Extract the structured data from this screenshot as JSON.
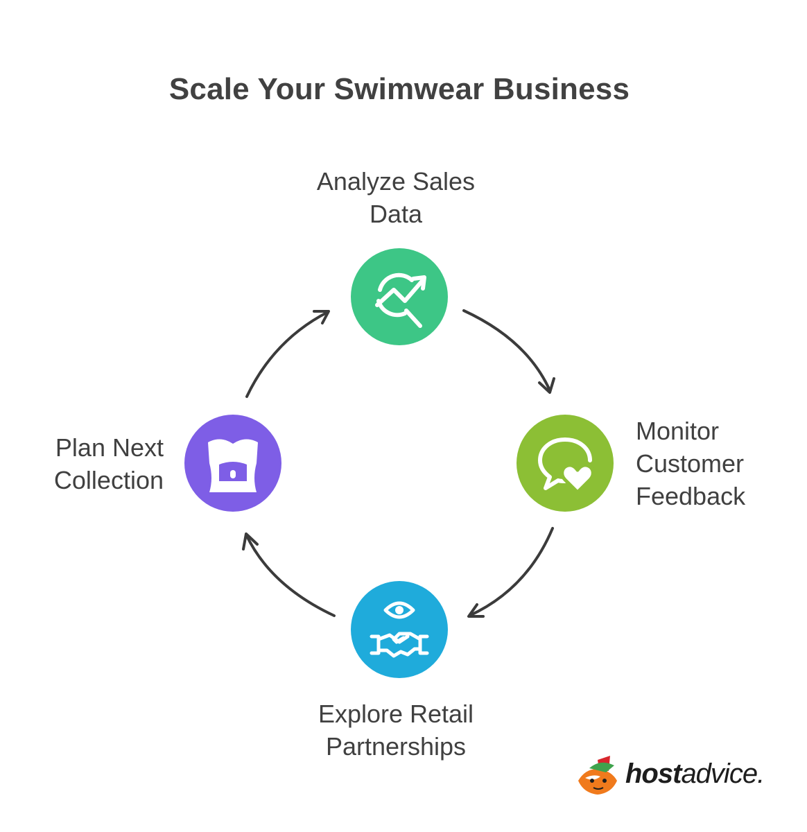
{
  "title": "Scale Your Swimwear Business",
  "steps": [
    {
      "lines": [
        "Analyze Sales",
        "Data"
      ],
      "icon": "magnifier-chart-icon",
      "color": "#3dc686"
    },
    {
      "lines": [
        "Monitor",
        "Customer",
        "Feedback"
      ],
      "icon": "chat-heart-icon",
      "color": "#8cbf35"
    },
    {
      "lines": [
        "Explore Retail",
        "Partnerships"
      ],
      "icon": "eye-handshake-icon",
      "color": "#1fabdb"
    },
    {
      "lines": [
        "Plan Next",
        "Collection"
      ],
      "icon": "swimsuit-icon",
      "color": "#7e5ee6"
    }
  ],
  "logo": {
    "bold": "host",
    "light": "advice."
  }
}
